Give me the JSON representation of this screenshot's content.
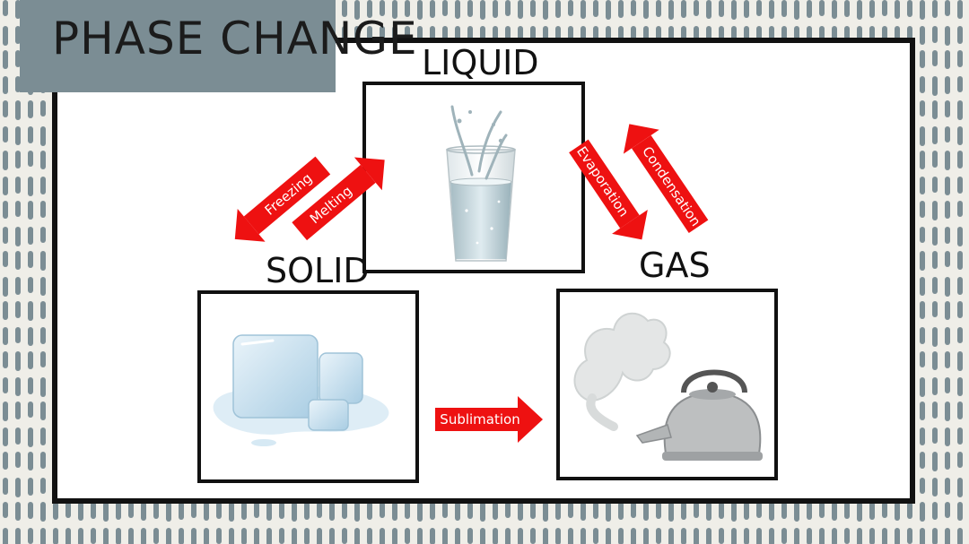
{
  "title": "PHASE CHANGE",
  "states": {
    "liquid": "LIQUID",
    "solid": "SOLID",
    "gas": "GAS"
  },
  "transitions": {
    "freezing": "Freezing",
    "melting": "Melting",
    "evaporation": "Evaporation",
    "condensation": "Condensation",
    "sublimation": "Sublimation"
  },
  "colors": {
    "background": "#efeee8",
    "pattern": "#7b8d94",
    "title_tab": "#7b8d94",
    "arrow": "#ee1111",
    "frame": "#111111"
  },
  "icons": [
    "water-glass-icon",
    "ice-cubes-icon",
    "steaming-kettle-icon"
  ]
}
